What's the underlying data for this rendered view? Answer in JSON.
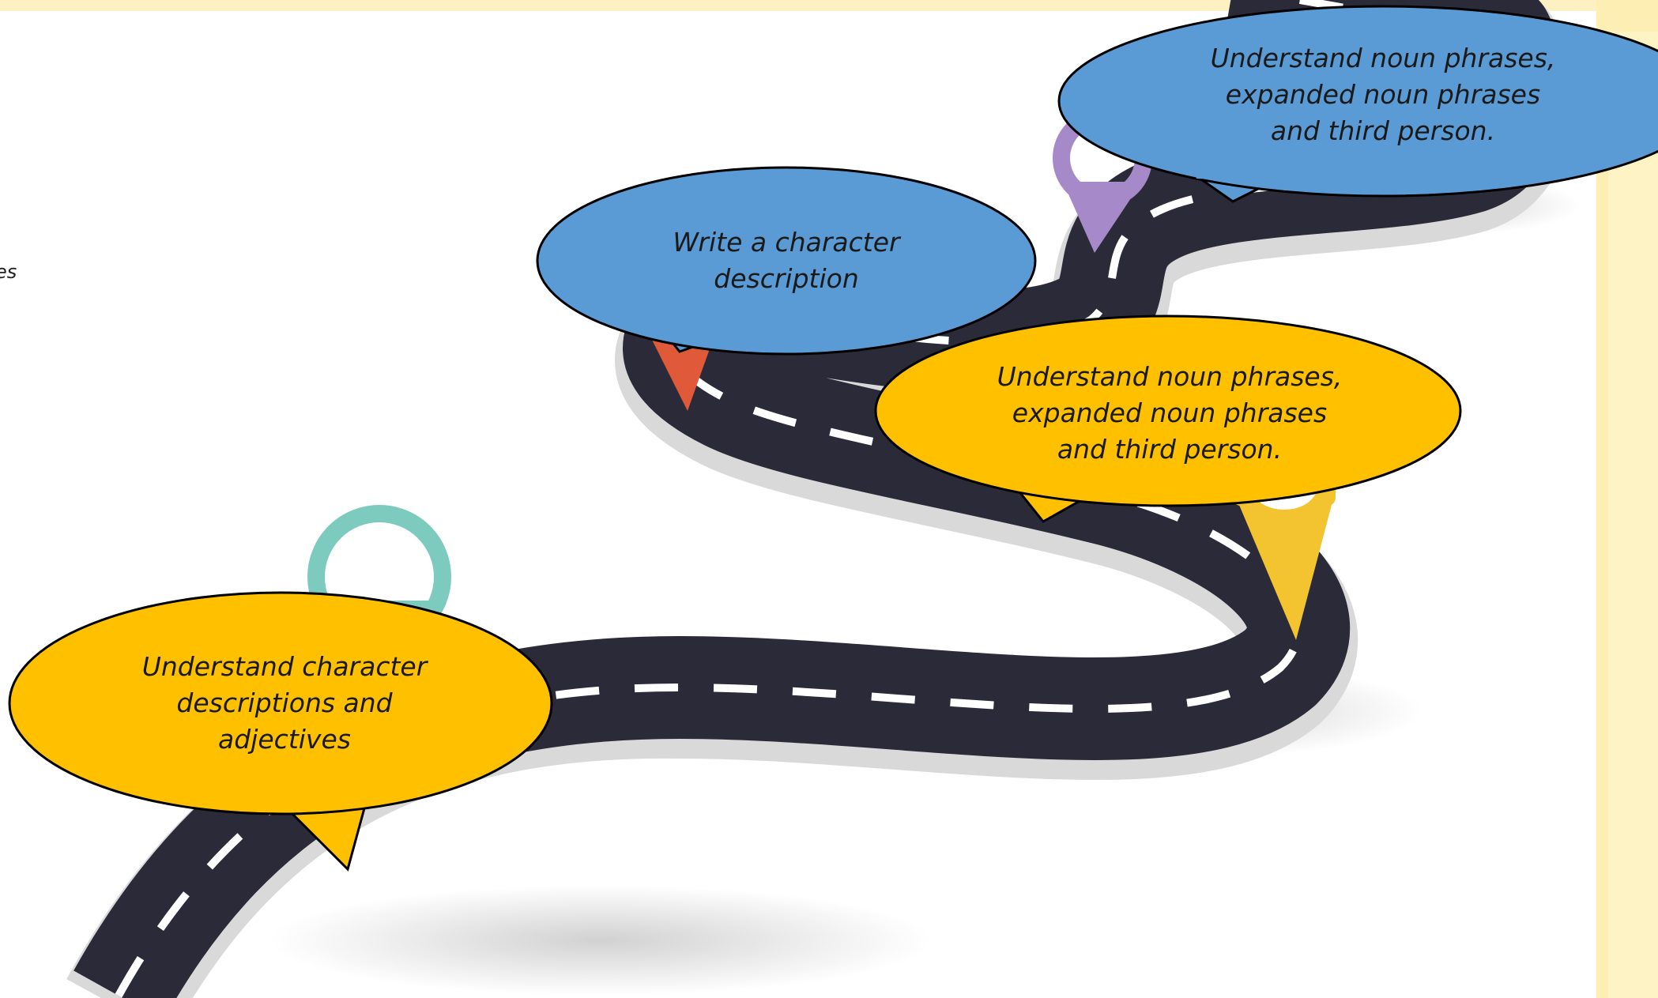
{
  "colors": {
    "background": "#ffffff",
    "right_panel": "#fdeeb4",
    "top_band": "#fdf0c2",
    "road": "#2b2a38",
    "road_edge": "#d9d9d9",
    "road_marking": "#ffffff",
    "bubble_blue": "#5b9bd5",
    "bubble_orange": "#ffc000",
    "pin_teal": "#7dcbbe",
    "pin_red": "#e05a3a",
    "pin_purple": "#a689c9",
    "pin_yellow": "#f4c430"
  },
  "left_fragment": "es",
  "bubbles": [
    {
      "id": "bubble-understand-character",
      "color": "orange",
      "text": "Understand character\ndescriptions and\nadjectives"
    },
    {
      "id": "bubble-write-character",
      "color": "blue",
      "text": "Write a character\ndescription"
    },
    {
      "id": "bubble-noun-phrases-orange",
      "color": "orange",
      "text": "Understand noun phrases,\nexpanded noun phrases\nand third person."
    },
    {
      "id": "bubble-noun-phrases-blue",
      "color": "blue",
      "text": "Understand noun phrases,\nexpanded noun phrases\nand third person."
    }
  ],
  "pins": [
    {
      "name": "teal-pin-icon",
      "color": "teal"
    },
    {
      "name": "red-pin-icon",
      "color": "red"
    },
    {
      "name": "purple-pin-icon",
      "color": "purple"
    },
    {
      "name": "yellow-pin-icon",
      "color": "yellow"
    }
  ]
}
